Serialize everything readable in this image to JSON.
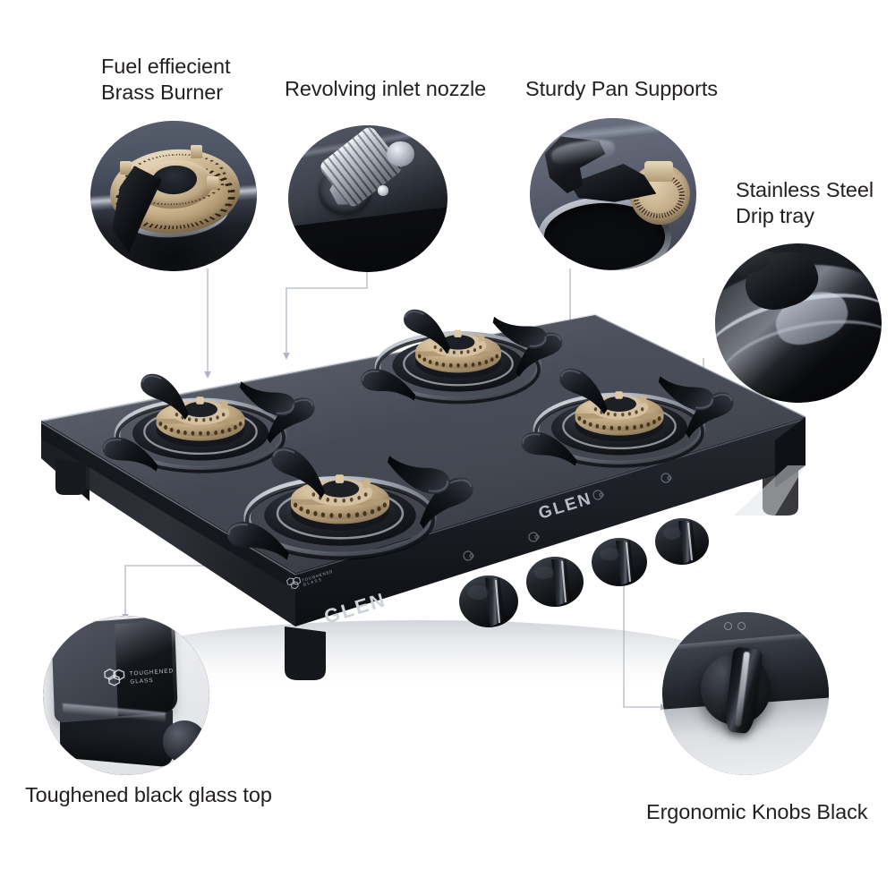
{
  "page": {
    "type": "product-infographic",
    "product_brand": "GLEN",
    "background_color": "#ffffff",
    "label_color": "#231f20",
    "leader_line_color": "#b9bfc9"
  },
  "callouts": [
    {
      "id": "brass-burner",
      "label": "Fuel effiecient\nBrass Burner",
      "position": "top-left",
      "detail_subject": "brass burner head with flame ports"
    },
    {
      "id": "inlet-nozzle",
      "label": "Revolving inlet nozzle",
      "position": "top-center-left",
      "detail_subject": "chrome revolving gas inlet nozzle"
    },
    {
      "id": "pan-supports",
      "label": "Sturdy Pan Supports",
      "position": "top-center-right",
      "detail_subject": "black enamel pan support arm"
    },
    {
      "id": "drip-tray",
      "label": "Stainless Steel\nDrip tray",
      "position": "top-right",
      "detail_subject": "stainless steel drip tray surface"
    },
    {
      "id": "glass-top",
      "label": "Toughened black glass top",
      "position": "bottom-left",
      "detail_subject": "toughened glass corner with logo"
    },
    {
      "id": "knobs",
      "label": "Ergonomic Knobs Black",
      "position": "bottom-right",
      "detail_subject": "black ergonomic control knob"
    }
  ],
  "product": {
    "brand_front_panel": "GLEN",
    "brand_glass_top": "GLEN",
    "glass_logo_line1": "TOUGHENED",
    "glass_logo_line2": "GLASS",
    "burner_count": 4,
    "knob_count": 4,
    "body_color": "#2b2e35",
    "glass_color": "#41454e",
    "brass_color": "#c9b28e",
    "steel_color": "#c3c8d1"
  }
}
